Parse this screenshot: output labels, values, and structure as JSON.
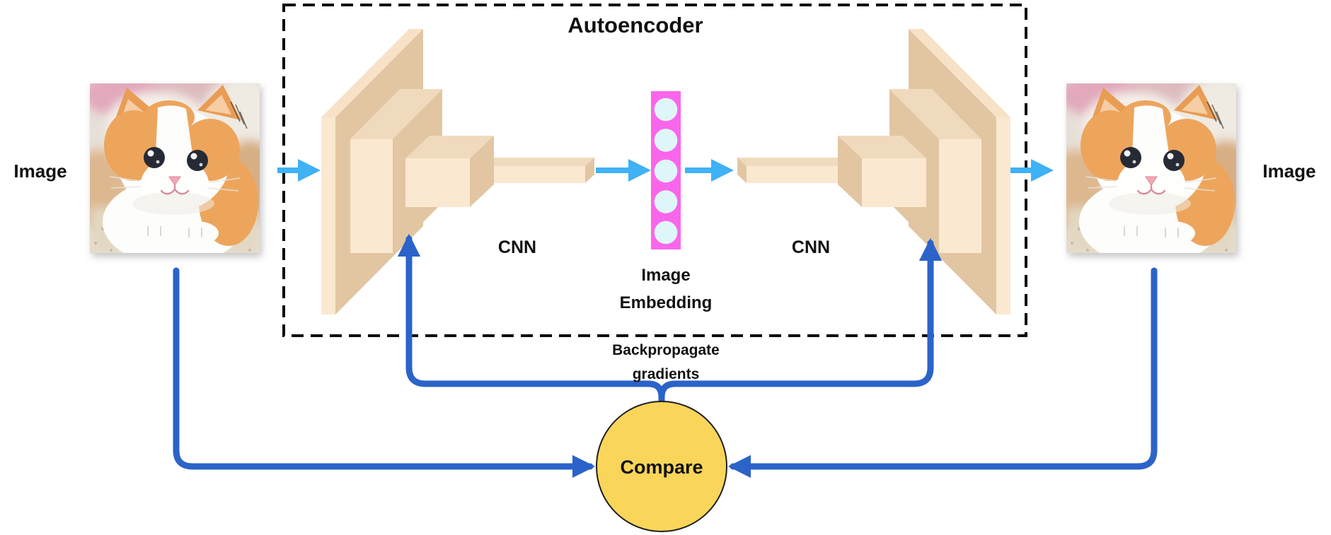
{
  "diagram": {
    "title": "Autoencoder",
    "left_image_label": "Image",
    "right_image_label": "Image",
    "encoder_label": "CNN",
    "decoder_label": "CNN",
    "embedding_label_line1": "Image",
    "embedding_label_line2": "Embedding",
    "backprop_label_line1": "Backpropagate",
    "backprop_label_line2": "gradients",
    "compare_label": "Compare"
  },
  "embedding": {
    "num_units": 5
  },
  "icons": {
    "input_photo": "kitten-photo",
    "output_photo": "kitten-photo",
    "embedding_vector": "five-circle-vector"
  },
  "colors": {
    "layer_front": "#FBE8D1",
    "layer_top": "#F0DABD",
    "layer_side": "#E2C6A2",
    "embedding_bar": "#FA66EB",
    "embedding_circle": "#DFF6F8",
    "flow_arrow": "#3FB1F5",
    "gradient_arrow": "#2B63C9",
    "compare_fill": "#F9D65A",
    "outline": "#111111"
  }
}
